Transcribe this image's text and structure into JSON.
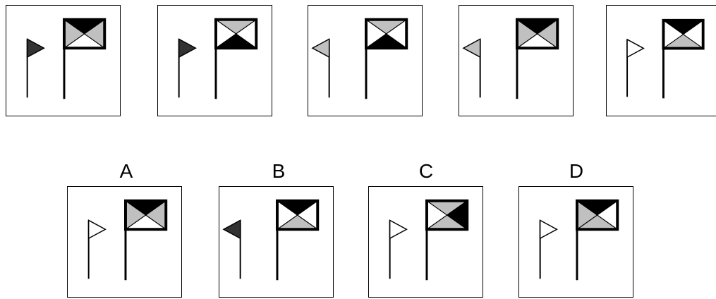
{
  "colors": {
    "black": "#000000",
    "gray": "#c0c0c0",
    "white": "#ffffff",
    "dark_small": "#333333"
  },
  "sequence": [
    {
      "small_dir": "right",
      "small_fill": "dark",
      "big": [
        "black",
        "gray",
        "white",
        "gray"
      ]
    },
    {
      "small_dir": "right",
      "small_fill": "dark",
      "big": [
        "gray",
        "white",
        "black",
        "white"
      ]
    },
    {
      "small_dir": "left",
      "small_fill": "gray",
      "big": [
        "gray",
        "white",
        "black",
        "white"
      ]
    },
    {
      "small_dir": "left",
      "small_fill": "gray",
      "big": [
        "black",
        "gray",
        "white",
        "gray"
      ]
    },
    {
      "small_dir": "right",
      "small_fill": "white",
      "big": [
        "black",
        "white",
        "gray",
        "white"
      ]
    }
  ],
  "options": [
    {
      "label": "A",
      "small_dir": "right",
      "small_fill": "white",
      "big": [
        "black",
        "gray",
        "white",
        "gray"
      ]
    },
    {
      "label": "B",
      "small_dir": "left",
      "small_fill": "dark",
      "big": [
        "black",
        "white",
        "gray",
        "white"
      ]
    },
    {
      "label": "C",
      "small_dir": "right",
      "small_fill": "white",
      "big": [
        "gray",
        "black",
        "gray",
        "white"
      ]
    },
    {
      "label": "D",
      "small_dir": "right",
      "small_fill": "white",
      "big": [
        "black",
        "white",
        "gray",
        "gray"
      ]
    }
  ]
}
